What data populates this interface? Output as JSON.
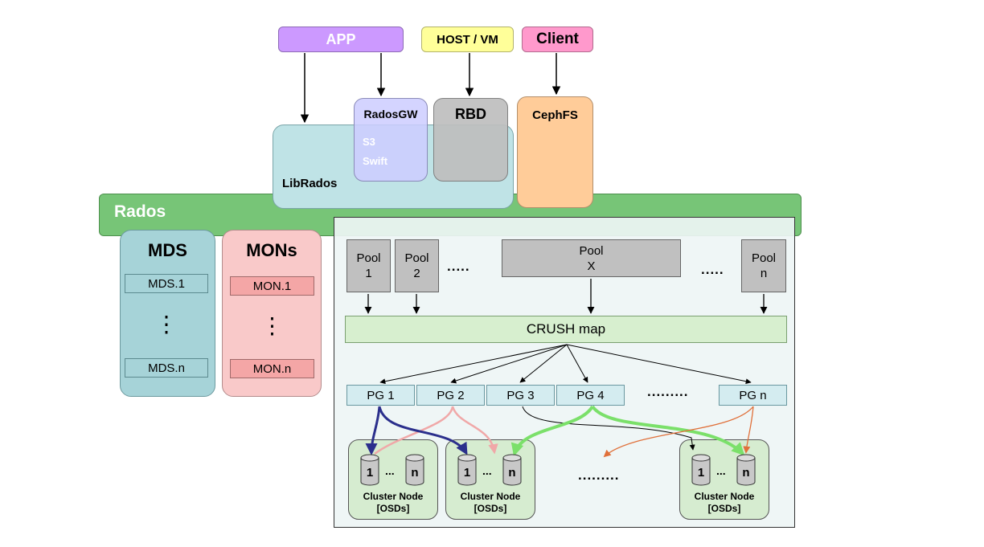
{
  "clients": {
    "app": "APP",
    "host_vm": "HOST / VM",
    "client": "Client"
  },
  "gateways": {
    "radosgw": "RadosGW",
    "s3": "S3",
    "swift": "Swift",
    "rbd": "RBD",
    "cephfs": "CephFS",
    "librados": "LibRados"
  },
  "rados": "Rados",
  "mds": {
    "title": "MDS",
    "first": "MDS.1",
    "dots": "⋮",
    "last": "MDS.n"
  },
  "mons": {
    "title": "MONs",
    "first": "MON.1",
    "dots": "⋮",
    "last": "MON.n"
  },
  "pools": {
    "pool1_a": "Pool",
    "pool1_b": "1",
    "pool2_a": "Pool",
    "pool2_b": "2",
    "poolx_a": "Pool",
    "poolx_b": "X",
    "pooln_a": "Pool",
    "pooln_b": "n",
    "dots_left": ".....",
    "dots_right": "....."
  },
  "crush": "CRUSH map",
  "pgs": {
    "pg1": "PG 1",
    "pg2": "PG 2",
    "pg3": "PG 3",
    "pg4": "PG 4",
    "dots": ".........",
    "pgn": "PG n"
  },
  "nodes": {
    "disk_first": "1",
    "disk_last": "n",
    "disk_dots": "...",
    "label_line1": "Cluster Node",
    "label_line2": "[OSDs]",
    "dots_between": "........."
  },
  "colors": {
    "app": "#cc99ff",
    "host": "#ffff99",
    "client": "#ff99cc",
    "radosgw": "#ccccff",
    "rbd": "#c8c8c8",
    "cephfs": "#ffcc99",
    "librados": "#bfe3e6",
    "rados": "#77c577",
    "mds": "#a6d3d8",
    "mons": "#f9c9c9",
    "cluster": "#eef5f5",
    "pool": "#c0c0c0",
    "crush": "#d7efcf",
    "pg": "#d4ecf0",
    "node": "#d6ecd0",
    "arrow_blue": "#2b2f8c",
    "arrow_pink": "#f0a8a8",
    "arrow_green": "#7be06a",
    "arrow_orange": "#e0703a"
  }
}
